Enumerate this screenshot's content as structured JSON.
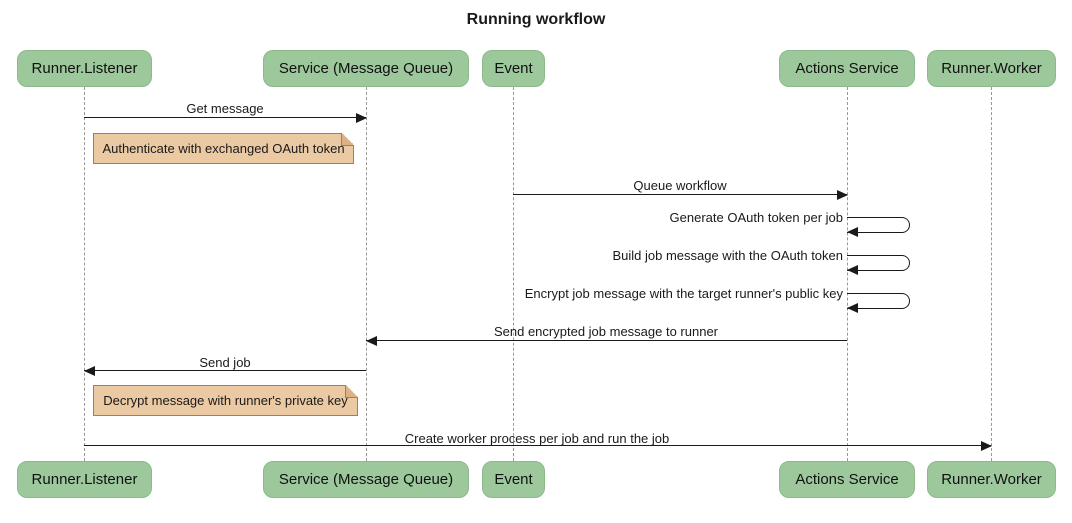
{
  "diagram": {
    "type": "sequence-diagram",
    "title": "Running workflow",
    "colors": {
      "actor_fill": "#9cc89c",
      "actor_border": "#8bb98b",
      "note_fill": "#ebc9a3",
      "note_border": "#a5804e",
      "note_fold": "#dcb183",
      "line_color": "#1a1a1a",
      "lifeline_color": "#999999",
      "text_color": "#111111"
    },
    "participants": [
      {
        "label": "Runner.Listener"
      },
      {
        "label": "Service (Message Queue)"
      },
      {
        "label": "Event"
      },
      {
        "label": "Actions Service"
      },
      {
        "label": "Runner.Worker"
      }
    ],
    "messages": [
      {
        "type": "arrow",
        "from": "Runner.Listener",
        "to": "Service (Message Queue)",
        "label": "Get message"
      },
      {
        "type": "note",
        "over": "Runner.Listener",
        "label": "Authenticate with exchanged OAuth token"
      },
      {
        "type": "arrow",
        "from": "Event",
        "to": "Actions Service",
        "label": "Queue workflow"
      },
      {
        "type": "self",
        "on": "Actions Service",
        "label": "Generate OAuth token per job"
      },
      {
        "type": "self",
        "on": "Actions Service",
        "label": "Build job message with the OAuth token"
      },
      {
        "type": "self",
        "on": "Actions Service",
        "label": "Encrypt job message with the target runner's public key"
      },
      {
        "type": "arrow",
        "from": "Actions Service",
        "to": "Service (Message Queue)",
        "label": "Send encrypted job message to runner"
      },
      {
        "type": "arrow",
        "from": "Service (Message Queue)",
        "to": "Runner.Listener",
        "label": "Send job"
      },
      {
        "type": "note",
        "over": "Runner.Listener",
        "label": "Decrypt message with runner's private key"
      },
      {
        "type": "arrow",
        "from": "Runner.Listener",
        "to": "Runner.Worker",
        "label": "Create worker process per job and run the job"
      }
    ]
  }
}
